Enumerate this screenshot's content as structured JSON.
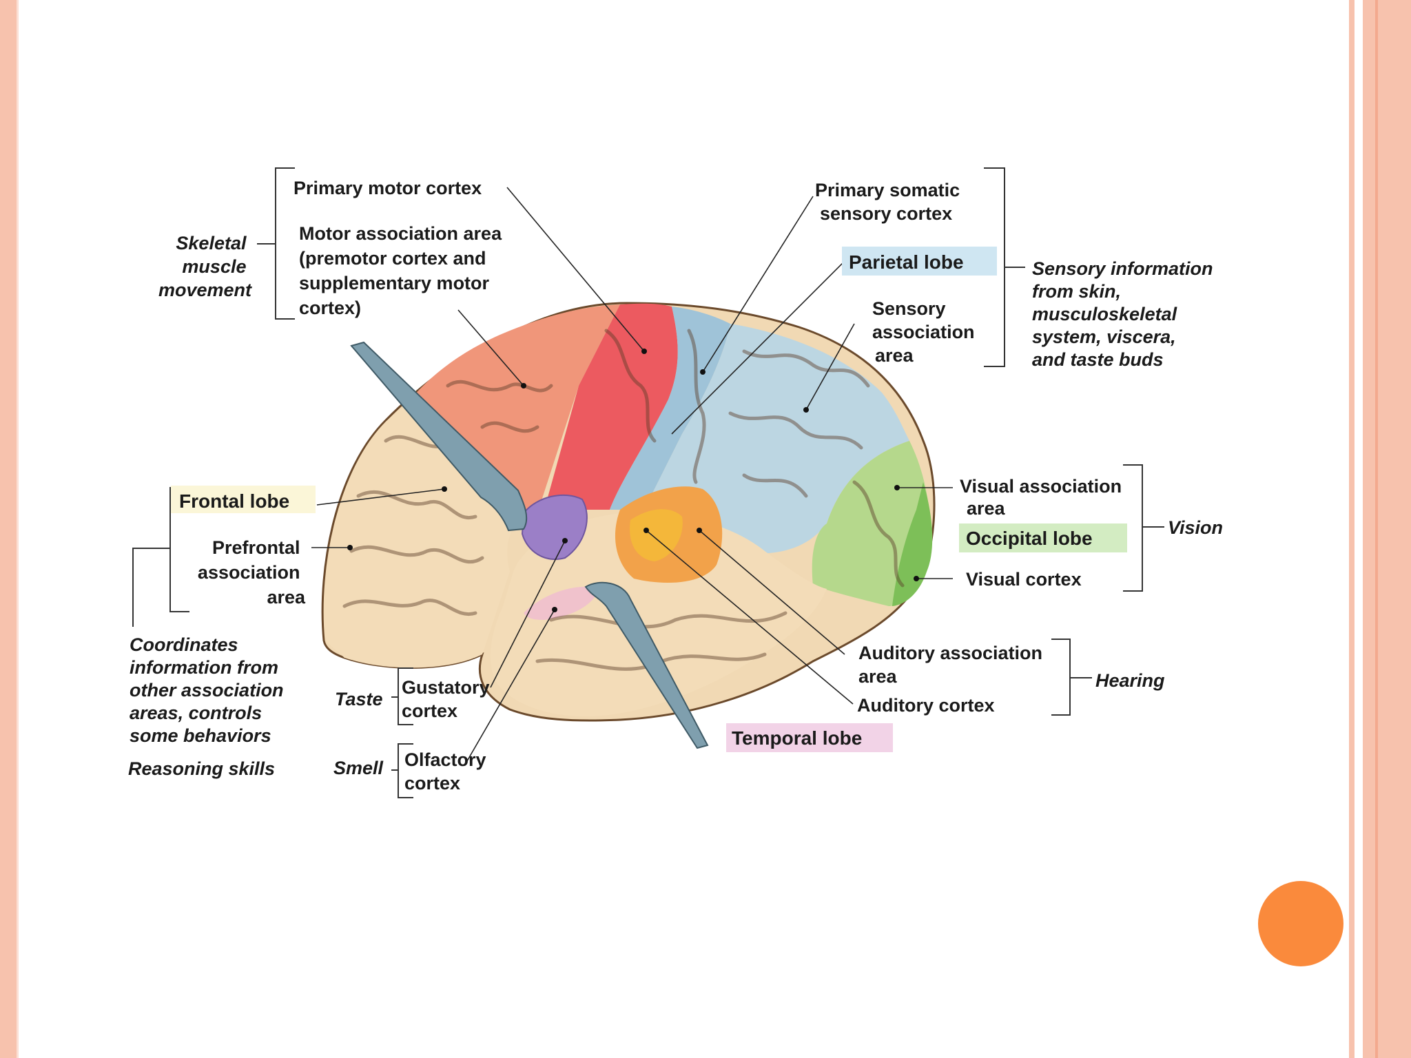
{
  "slide": {
    "accent_color": "#fa8a3c",
    "border_color": "#f7c2ad",
    "decorative_icon": "orange-circle"
  },
  "labels": {
    "primary_motor_cortex": "Primary motor cortex",
    "motor_association_area": [
      "Motor association area",
      "(premotor cortex and",
      "supplementary motor",
      "cortex)"
    ],
    "skeletal_muscle_movement": [
      "Skeletal",
      "muscle",
      "movement"
    ],
    "primary_somatic_sensory_cortex": [
      "Primary somatic",
      "sensory cortex"
    ],
    "parietal_lobe": "Parietal lobe",
    "sensory_association_area": [
      "Sensory",
      "association",
      "area"
    ],
    "sensory_information": [
      "Sensory information",
      "from skin,",
      "musculoskeletal",
      "system, viscera,",
      "and taste buds"
    ],
    "frontal_lobe": "Frontal lobe",
    "prefrontal_association_area": [
      "Prefrontal",
      "association",
      "area"
    ],
    "coordinates_information": [
      "Coordinates",
      "information from",
      "other association",
      "areas, controls",
      "some behaviors"
    ],
    "reasoning_skills": "Reasoning skills",
    "taste": "Taste",
    "gustatory_cortex": [
      "Gustatory",
      "cortex"
    ],
    "smell": "Smell",
    "olfactory_cortex": [
      "Olfactory",
      "cortex"
    ],
    "visual_association_area": [
      "Visual association",
      "area"
    ],
    "occipital_lobe": "Occipital lobe",
    "visual_cortex": "Visual cortex",
    "vision": "Vision",
    "auditory_association_area": [
      "Auditory association",
      "area"
    ],
    "auditory_cortex": "Auditory cortex",
    "hearing": "Hearing",
    "temporal_lobe": "Temporal lobe"
  },
  "colors": {
    "frontal": "#f3dcb8",
    "motor": "#f0967a",
    "primary_motor": "#ec5a60",
    "somatic": "#9fc3d8",
    "parietal": "#bcd6e2",
    "occipital": "#b5d88c",
    "visual_cortex": "#7dbf58",
    "temporal": "#f3dcb8",
    "auditory_association": "#f2a24a",
    "auditory": "#f4b73a",
    "gustatory": "#9b7fc7",
    "olfactory": "#f0c2cc",
    "parietal_highlight": "#cfe6f2",
    "frontal_highlight": "#fbf6d8",
    "occipital_highlight": "#d3ecc2",
    "temporal_highlight": "#f2d3e7"
  }
}
